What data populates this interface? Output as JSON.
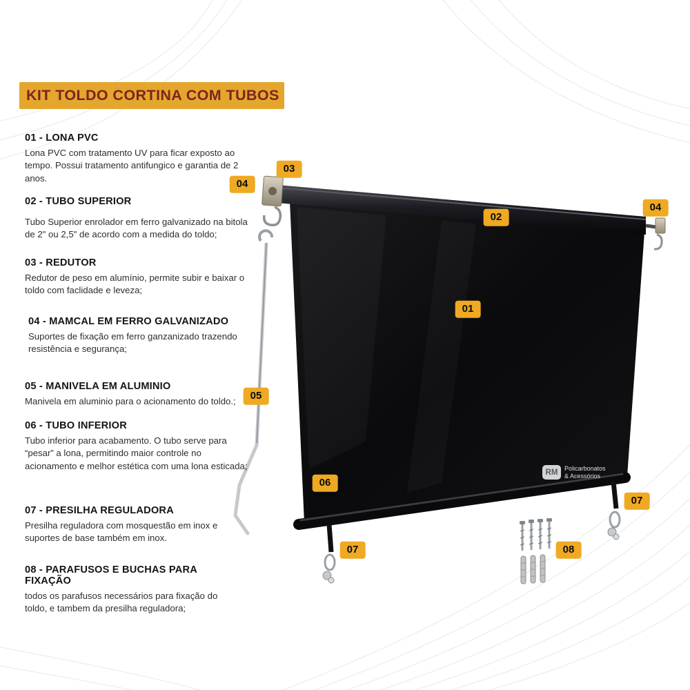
{
  "title": "KIT TOLDO CORTINA COM TUBOS",
  "items": [
    {
      "heading": "01 - LONA PVC",
      "body": "Lona PVC com tratamento UV para ficar exposto ao tempo. Possui tratamento antifungico e garantia de 2 anos."
    },
    {
      "heading": "02 - TUBO SUPERIOR",
      "body": "Tubo Superior enrolador em ferro galvanizado na bitola de 2\" ou 2,5\" de acordo com a medida do toldo;"
    },
    {
      "heading": "03 - REDUTOR",
      "body": "Redutor de peso em alumínio, permite subir e baixar o toldo com faclidade e leveza;"
    },
    {
      "heading": "04 - MAMCAL  EM FERRO GALVANIZADO",
      "body": "Suportes de fixação em ferro ganzanizado trazendo resistência e segurança;"
    },
    {
      "heading": "05 - MANIVELA EM ALUMINIO",
      "body": "Manivela em aluminio para o acionamento do toldo.;"
    },
    {
      "heading": "06 - TUBO INFERIOR",
      "body": "Tubo inferior para acabamento. O tubo serve para “pesar” a lona, permitindo maior controle no acionamento e melhor estética com uma lona esticada;"
    },
    {
      "heading": "07 - PRESILHA REGULADORA",
      "body": "Presilha reguladora com mosquestão em inox e suportes de base também em inox."
    },
    {
      "heading": "08 - PARAFUSOS E BUCHAS PARA FIXAÇÃO",
      "body": "todos os parafusos necessários para fixação do toldo, e tambem da presilha reguladora;"
    }
  ],
  "badges": [
    {
      "label": "03"
    },
    {
      "label": "04"
    },
    {
      "label": "02"
    },
    {
      "label": "04"
    },
    {
      "label": "01"
    },
    {
      "label": "05"
    },
    {
      "label": "06"
    },
    {
      "label": "07"
    },
    {
      "label": "07"
    },
    {
      "label": "08"
    }
  ],
  "watermark": {
    "logo": "RM",
    "line1": "Policarbonatos",
    "line2": "& Acessórios"
  },
  "colors": {
    "accent_yellow": "#EFA922",
    "banner_yellow": "#E4A62C",
    "title_text": "#7E2323",
    "canvas_black": "#0B0B0D"
  }
}
